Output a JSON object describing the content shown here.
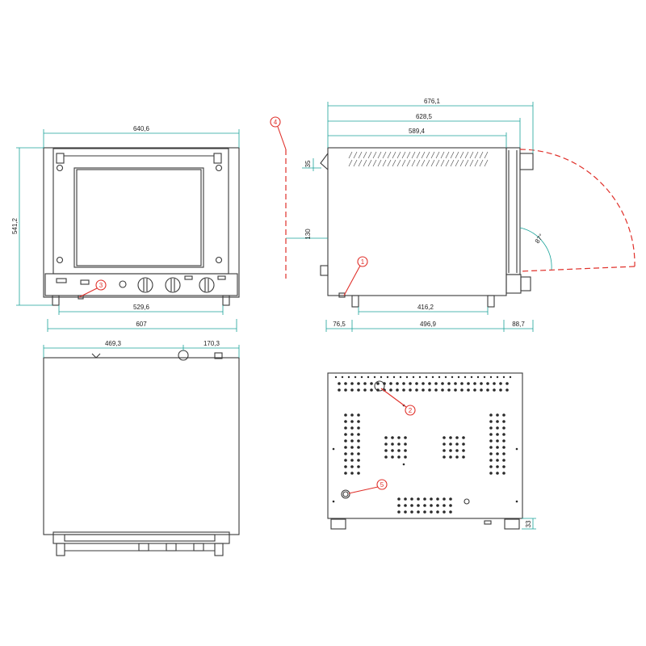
{
  "dimensions": {
    "front_width": "640,6",
    "front_height": "541,2",
    "front_inner_width": "529,6",
    "front_foot_span": "607",
    "side_total_depth": "676,1",
    "side_depth_2": "628,5",
    "side_depth_3": "589,4",
    "side_top_offset": "35",
    "side_mid_height": "130",
    "side_feet_span": "416,2",
    "side_front_offset": "76,5",
    "side_body_depth": "496,9",
    "side_rear_offset": "88,7",
    "door_angle": "87°",
    "top_width": "469,3",
    "top_offset": "170,3",
    "rear_foot_height": "33"
  },
  "callouts": [
    "1",
    "2",
    "3",
    "4",
    "5"
  ],
  "colors": {
    "dimension": "#1aa39a",
    "callout": "#e0302a",
    "outline": "#3a3a3a"
  }
}
